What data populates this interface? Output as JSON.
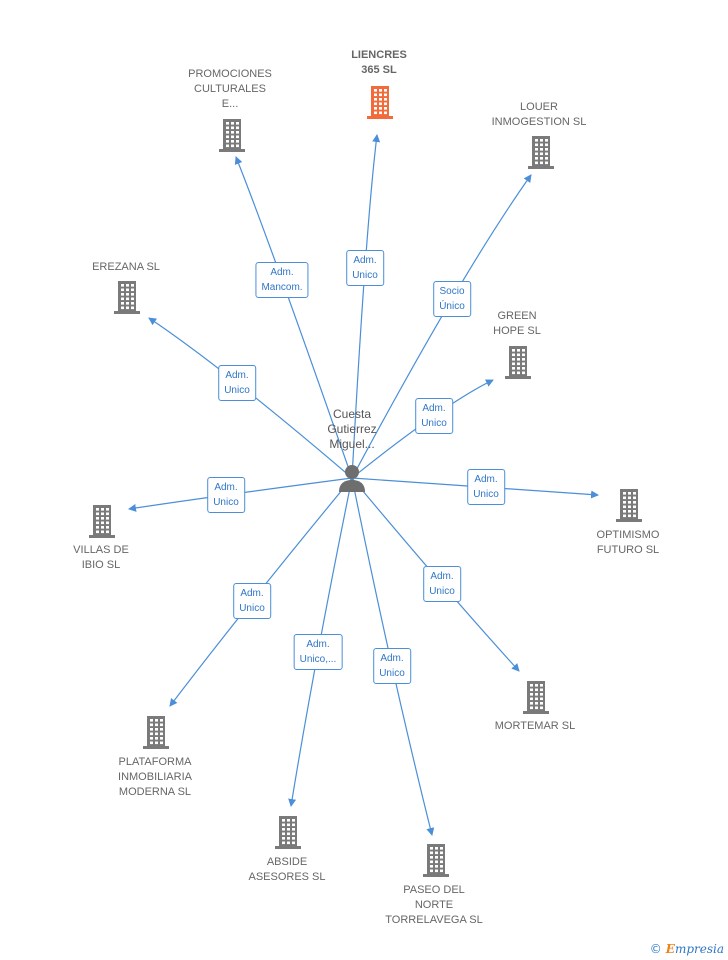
{
  "center": {
    "label": "Cuesta\nGutierrez\nMiguel..."
  },
  "colors": {
    "edge": "#4a8fd8",
    "building": "#7a7a7a",
    "highlight": "#f26b3a"
  },
  "nodes": [
    {
      "id": "liencres",
      "label": "LIENCRES\n365  SL",
      "highlight": true
    },
    {
      "id": "promociones",
      "label": "PROMOCIONES\nCULTURALES\nE..."
    },
    {
      "id": "louer",
      "label": "LOUER\nINMOGESTION SL"
    },
    {
      "id": "erezana",
      "label": "EREZANA  SL"
    },
    {
      "id": "green-hope",
      "label": "GREEN\nHOPE SL"
    },
    {
      "id": "villas",
      "label": "VILLAS DE\nIBIO  SL"
    },
    {
      "id": "optimismo",
      "label": "OPTIMISMO\nFUTURO SL"
    },
    {
      "id": "plataforma",
      "label": "PLATAFORMA\nINMOBILIARIA\nMODERNA  SL"
    },
    {
      "id": "mortemar",
      "label": "MORTEMAR  SL"
    },
    {
      "id": "abside",
      "label": "ABSIDE\nASESORES  SL"
    },
    {
      "id": "paseo",
      "label": "PASEO DEL\nNORTE\nTORRELAVEGA SL"
    }
  ],
  "relations": [
    {
      "target": "promociones",
      "label": "Adm.\nMancom."
    },
    {
      "target": "liencres",
      "label": "Adm.\nUnico"
    },
    {
      "target": "louer",
      "label": "Socio\nÚnico"
    },
    {
      "target": "erezana",
      "label": "Adm.\nUnico"
    },
    {
      "target": "green-hope",
      "label": "Adm.\nUnico"
    },
    {
      "target": "villas",
      "label": "Adm.\nUnico"
    },
    {
      "target": "optimismo",
      "label": "Adm.\nUnico"
    },
    {
      "target": "plataforma",
      "label": "Adm.\nUnico"
    },
    {
      "target": "abside",
      "label": "Adm.\nUnico,..."
    },
    {
      "target": "paseo",
      "label": "Adm.\nUnico"
    },
    {
      "target": "mortemar",
      "label": "Adm.\nUnico"
    }
  ],
  "footer": {
    "symbol": "©",
    "brand_initial": "E",
    "brand_rest": "mpresia"
  }
}
